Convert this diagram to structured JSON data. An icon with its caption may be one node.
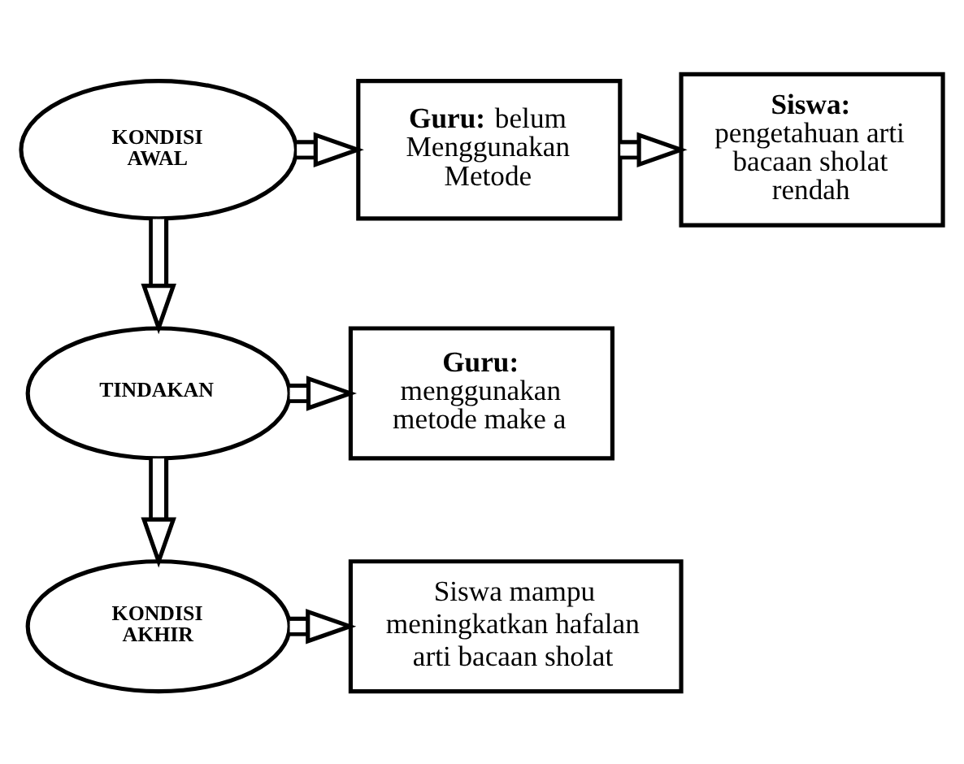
{
  "diagram": {
    "nodes": [
      {
        "text": [
          "KONDISI AWAL"
        ]
      },
      {
        "text": [
          "**Guru:** belum Menggunakan Metode"
        ]
      },
      {
        "text": [
          "Siswa:",
          "pengetahuan arti bacaan sholat rendah"
        ]
      },
      {
        "text": [
          "TINDAKAN"
        ]
      },
      {
        "text": [
          "Guru:",
          "menggunakan metode make a"
        ]
      },
      {
        "text": [
          "KONDISI AKHIR"
        ]
      },
      {
        "text": [
          "Siswa mampu meningkatkan hafalan arti bacaan sholat"
        ]
      }
    ],
    "edges": [
      {
        "from": 0,
        "to": 1,
        "arrow": "to"
      },
      {
        "from": 1,
        "to": 2,
        "arrow": "to"
      },
      {
        "from": 0,
        "to": 3,
        "arrow": "to"
      },
      {
        "from": 3,
        "to": 4,
        "arrow": "to"
      },
      {
        "from": 3,
        "to": 5,
        "arrow": "to"
      },
      {
        "from": 5,
        "to": 6,
        "arrow": "to"
      }
    ]
  }
}
